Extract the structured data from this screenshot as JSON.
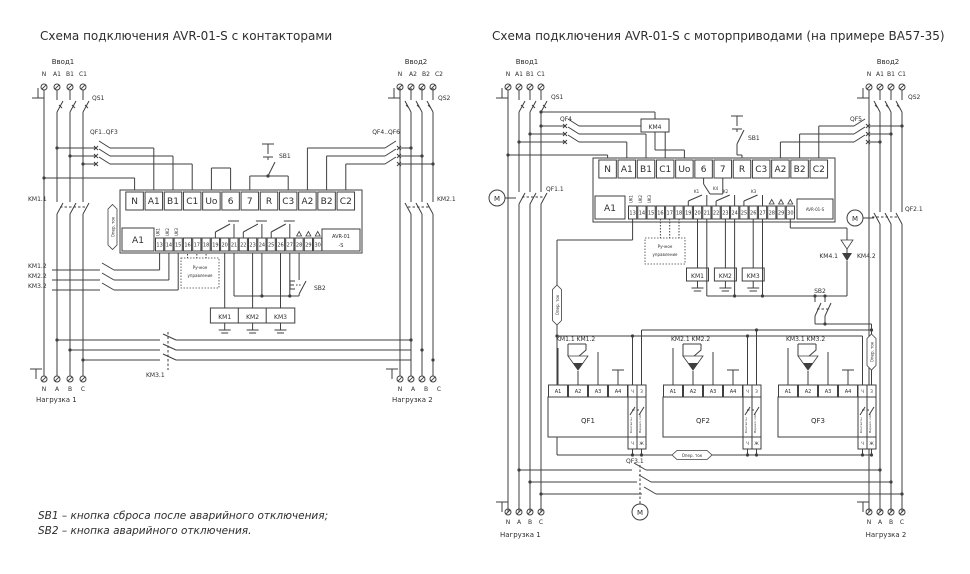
{
  "titles": {
    "left": "Схема подключения AVR-01-S с контакторами",
    "right": "Схема подключения AVR-01-S с моторприводами (на примере ВА57-35)"
  },
  "notes": {
    "line1": "SB1 – кнопка сброса после аварийного отключения;",
    "line2": "SB2 – кнопка аварийного отключения."
  },
  "left": {
    "input1": {
      "label": "Ввод1",
      "terms": [
        "N",
        "A1",
        "B1",
        "C1"
      ]
    },
    "input2": {
      "label": "Ввод2",
      "terms": [
        "N",
        "A2",
        "B2",
        "C2"
      ]
    },
    "qs1": "QS1",
    "qs2": "QS2",
    "qf_left": "QF1..QF3",
    "qf_right": "QF4..QF6",
    "km1_1": "KM1.1",
    "km2_1": "KM2.1",
    "km3_1": "KM3.1",
    "km1_2": "KM1.2",
    "km2_2": "KM2.2",
    "km3_2": "KM3.2",
    "sb1": "SB1",
    "sb2": "SB2",
    "oper": "Опер. ток",
    "manual": {
      "line1": "Ручное",
      "line2": "управление"
    },
    "avr": {
      "a1": "A1",
      "name_line1": "AVR-01",
      "name_line2": "-S",
      "top": [
        "N",
        "A1",
        "B1",
        "C1",
        "Uo",
        "6",
        "7",
        "R",
        "C3",
        "A2",
        "B2",
        "C2"
      ],
      "bottom": [
        "13",
        "14",
        "15",
        "16",
        "17",
        "18",
        "19",
        "20",
        "21",
        "22",
        "23",
        "24",
        "25",
        "26",
        "27",
        "28",
        "29",
        "30"
      ],
      "uk": [
        "UK1",
        "UK2",
        "UK3"
      ]
    },
    "coils": [
      "KM1",
      "KM2",
      "KM3"
    ],
    "load1": {
      "label": "Нагрузка 1",
      "terms": [
        "N",
        "A",
        "B",
        "C"
      ]
    },
    "load2": {
      "label": "Нагрузка 2",
      "terms": [
        "N",
        "A",
        "B",
        "C"
      ]
    }
  },
  "right": {
    "input1": {
      "label": "Ввод1",
      "terms": [
        "N",
        "A1",
        "B1",
        "C1"
      ]
    },
    "input2": {
      "label": "Ввод2",
      "terms": [
        "N",
        "A1",
        "B1",
        "C1"
      ]
    },
    "qs1": "QS1",
    "qs2": "QS2",
    "qf4": "QF4",
    "qf5": "QF5",
    "qf1_1": "QF1.1",
    "qf2_1": "QF2.1",
    "qf3_1": "QF3.1",
    "km4": "KM4",
    "km4_1": "KM4.1",
    "km4_2": "KM4.2",
    "k1": "K1",
    "k2": "K2",
    "k3": "K3",
    "k4": "K4",
    "sb1": "SB1",
    "sb2": "SB2",
    "motor": "M",
    "oper": "Опер. ток",
    "manual": {
      "line1": "Ручное",
      "line2": "управление"
    },
    "avr": {
      "a1": "A1",
      "name": "AVR-01-S",
      "top": [
        "N",
        "A1",
        "B1",
        "C1",
        "Uo",
        "6",
        "7",
        "R",
        "C3",
        "A2",
        "B2",
        "C2"
      ],
      "bottom": [
        "13",
        "14",
        "15",
        "16",
        "17",
        "18",
        "19",
        "20",
        "21",
        "22",
        "23",
        "24",
        "25",
        "26",
        "27",
        "28",
        "29",
        "30"
      ],
      "uk": [
        "UK1",
        "UK2",
        "UK3"
      ]
    },
    "coils": [
      "KM1",
      "KM2",
      "KM3"
    ],
    "drives": [
      {
        "km": "KM1.1 KM1.2",
        "name": "QF1",
        "terms": [
          "A1",
          "A2",
          "A3",
          "A4"
        ],
        "top_cells": [
          "Ч",
          "З"
        ],
        "bottom_cells": [
          "Ч",
          "Ж"
        ],
        "col1": "Контакты",
        "col2": "Перекл. пол."
      },
      {
        "km": "KM2.1 KM2.2",
        "name": "QF2",
        "terms": [
          "A1",
          "A2",
          "A3",
          "A4"
        ],
        "top_cells": [
          "Ч",
          "З"
        ],
        "bottom_cells": [
          "Ч",
          "Ж"
        ],
        "col1": "Контакты",
        "col2": "Перекл. пол."
      },
      {
        "km": "KM3.1 KM3.2",
        "name": "QF3",
        "terms": [
          "A1",
          "A2",
          "A3",
          "A4"
        ],
        "top_cells": [
          "Ч",
          "З"
        ],
        "bottom_cells": [
          "Ч",
          "Ж"
        ],
        "col1": "Контакты",
        "col2": "Перекл. пол."
      }
    ],
    "load1": {
      "label": "Нагрузка 1",
      "terms": [
        "N",
        "A",
        "B",
        "C"
      ]
    },
    "load2": {
      "label": "Нагрузка 2",
      "terms": [
        "N",
        "A",
        "B",
        "C"
      ]
    }
  }
}
